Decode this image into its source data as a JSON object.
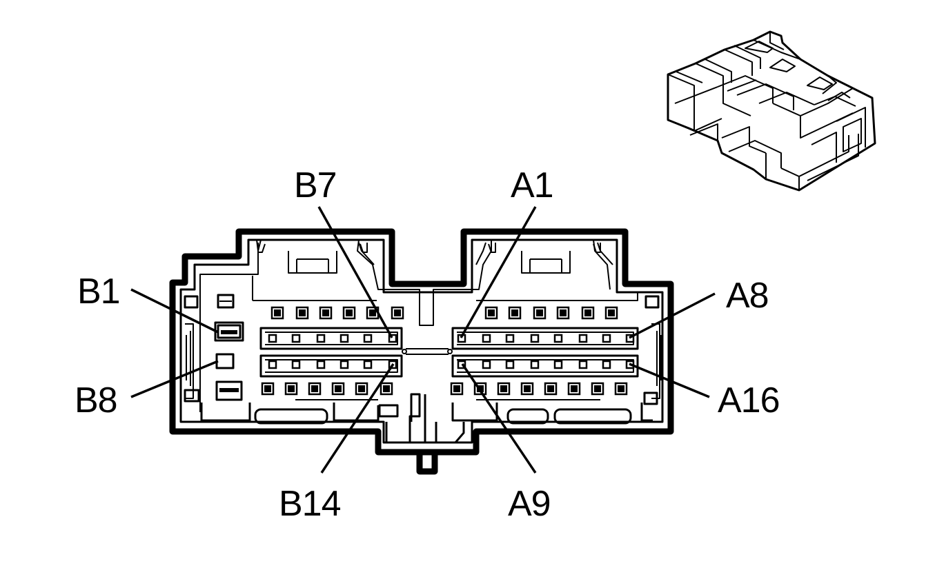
{
  "labels": {
    "B1": "B1",
    "B7": "B7",
    "B8": "B8",
    "B14": "B14",
    "A1": "A1",
    "A8": "A8",
    "A9": "A9",
    "A16": "A16"
  },
  "icons": {
    "connector_face": "connector-face-icon",
    "connector_3d": "connector-3d-icon"
  }
}
